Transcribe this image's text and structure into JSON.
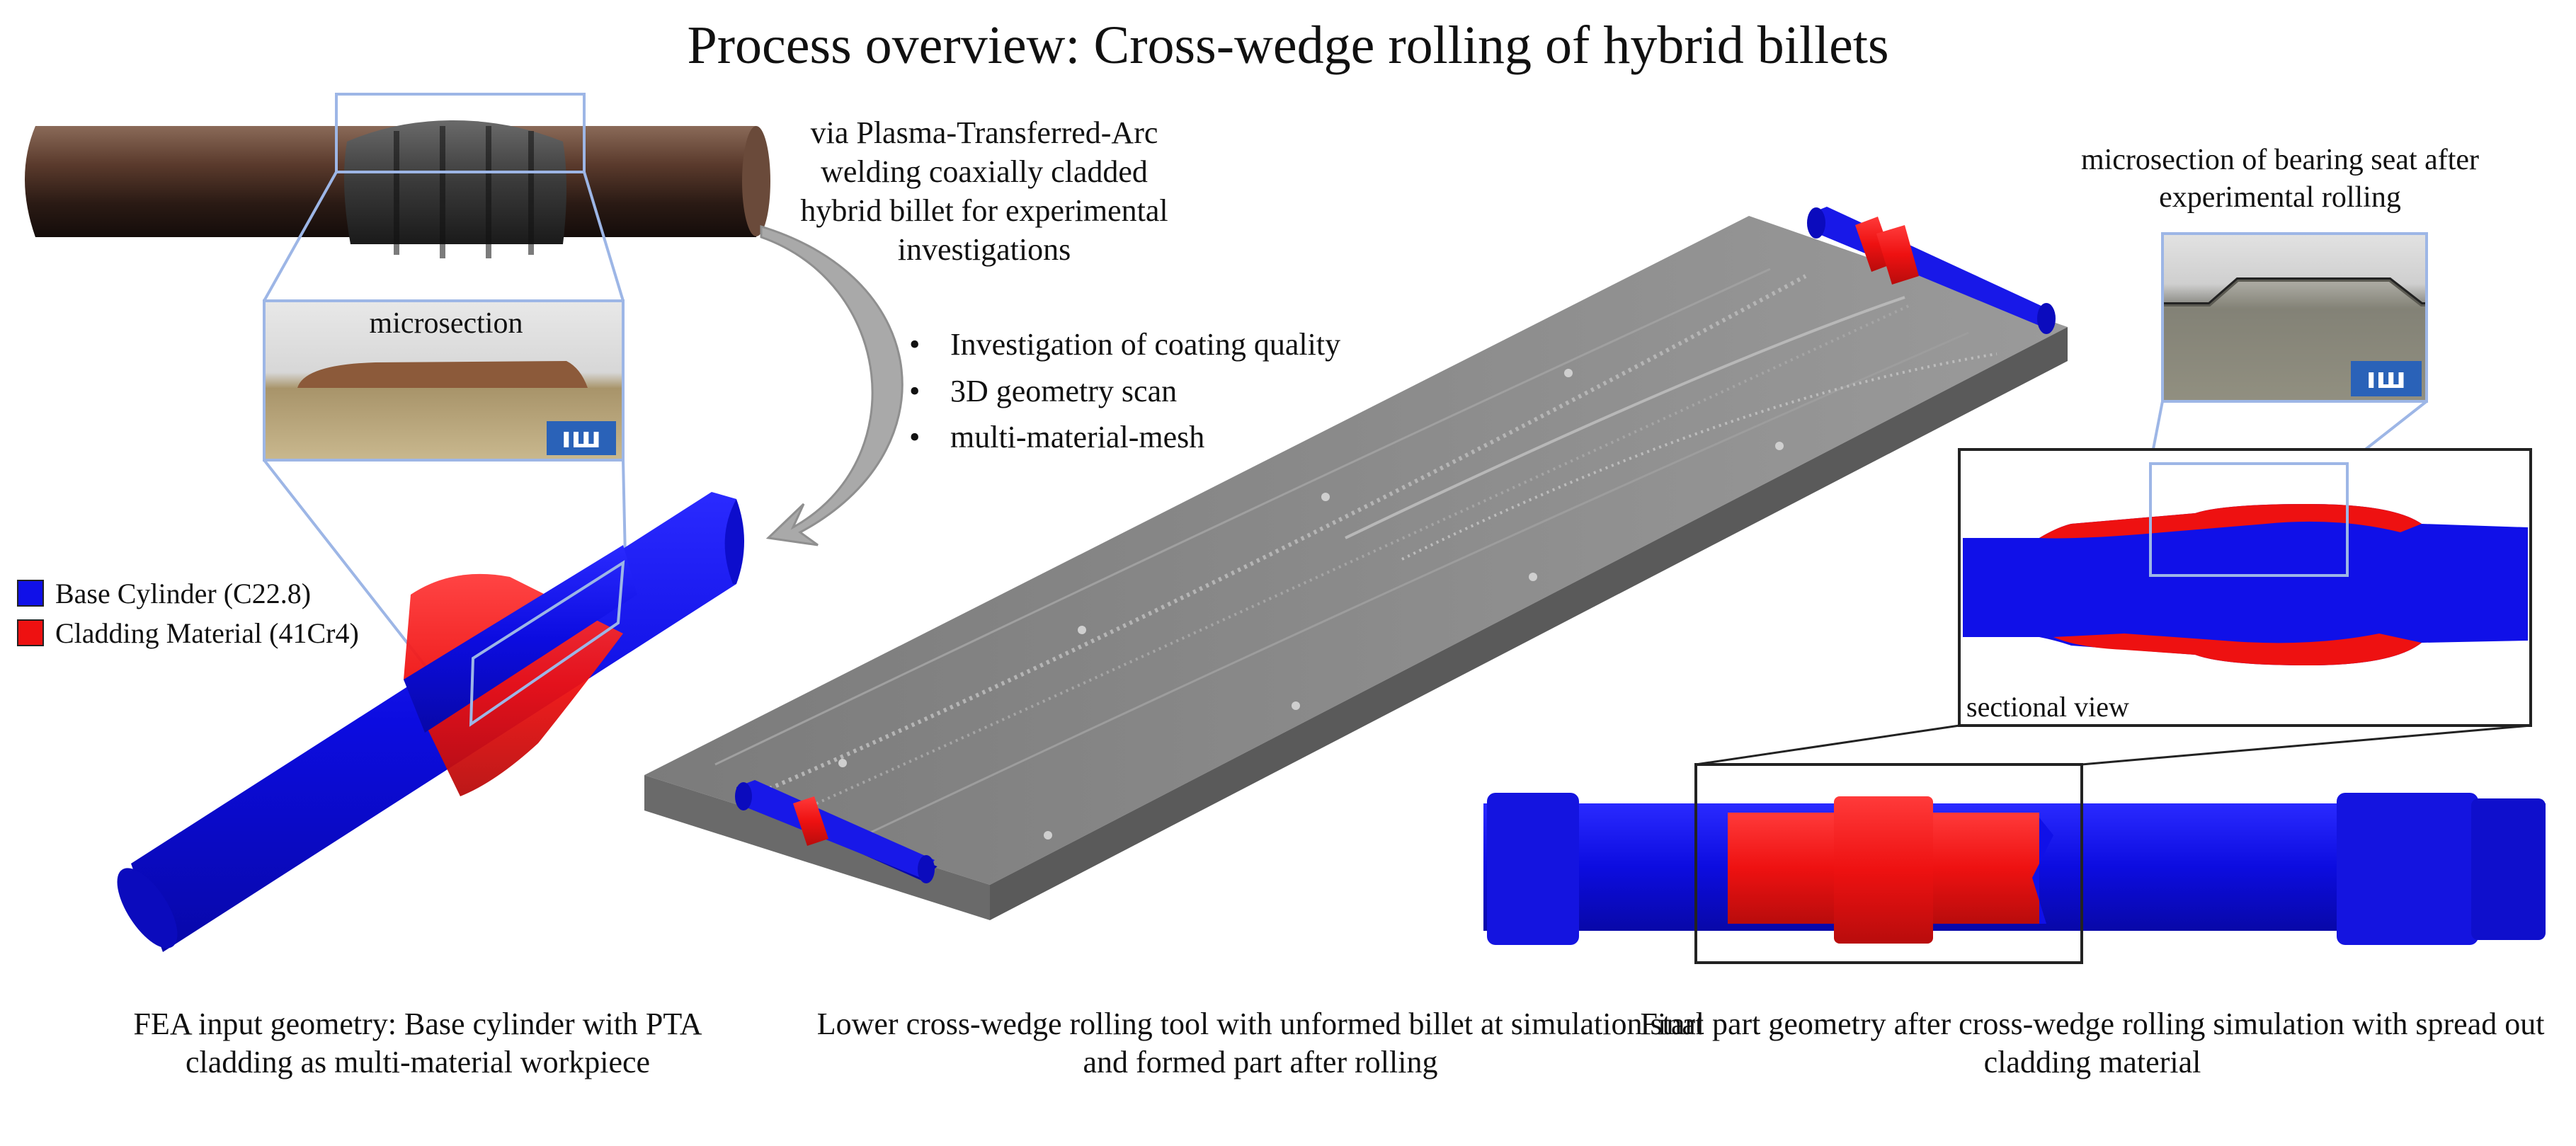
{
  "title": "Process overview: Cross-wedge rolling of hybrid billets",
  "via_text": "via Plasma-Transferred-Arc welding coaxially cladded hybrid billet for experimental investigations",
  "bullets": [
    "Investigation of coating quality",
    "3D geometry scan",
    "multi-material-mesh"
  ],
  "micro_label_left": "microsection",
  "micro_label_right": "microsection of bearing seat after experimental rolling",
  "logo_text": "ıш",
  "legend": [
    {
      "label": "Base Cylinder (C22.8)",
      "color": "#1010e8"
    },
    {
      "label": "Cladding Material (41Cr4)",
      "color": "#ee1111"
    }
  ],
  "sectional_view_label": "sectional view",
  "captions": {
    "left": "FEA input geometry: Base cylinder with PTA cladding as multi-material workpiece",
    "center": "Lower cross-wedge rolling tool with unformed billet at simulation start and formed part after rolling",
    "right": "Final part geometry after cross-wedge rolling simulation with spread out cladding material"
  },
  "colors": {
    "base": "#1010e8",
    "cladding": "#ee1111",
    "frame": "#9db6e6",
    "tool": "#8a8a8a",
    "arrow": "#a9a9a9"
  }
}
